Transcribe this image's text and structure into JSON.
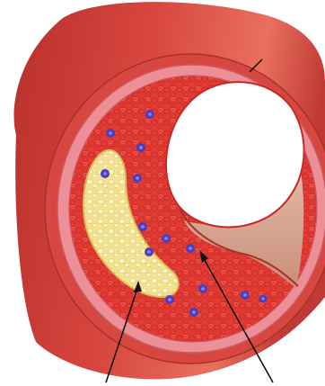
{
  "figure": {
    "subject": "artery-cross-section-with-plaque",
    "colors": {
      "background": "#ffffff",
      "outer_wall": "#d8473f",
      "outer_wall_dark": "#b9302c",
      "outer_wall_light": "#e8705f",
      "intima_layer": "#ec8f97",
      "intima_edge": "#c95a66",
      "wall_tissue": "#e23b33",
      "cell_outline": "#c72a26",
      "plaque": "#f3e28f",
      "plaque_edge": "#d9be5c",
      "lumen": "#ffffff",
      "lumen_floor": "#c98f7a",
      "blood_cell": "#4a3fbf",
      "blood_cell_center": "#8f86ff",
      "pointer_line": "#111111"
    },
    "pointers": [
      {
        "target": "plaque"
      },
      {
        "target": "vessel-wall"
      }
    ]
  }
}
